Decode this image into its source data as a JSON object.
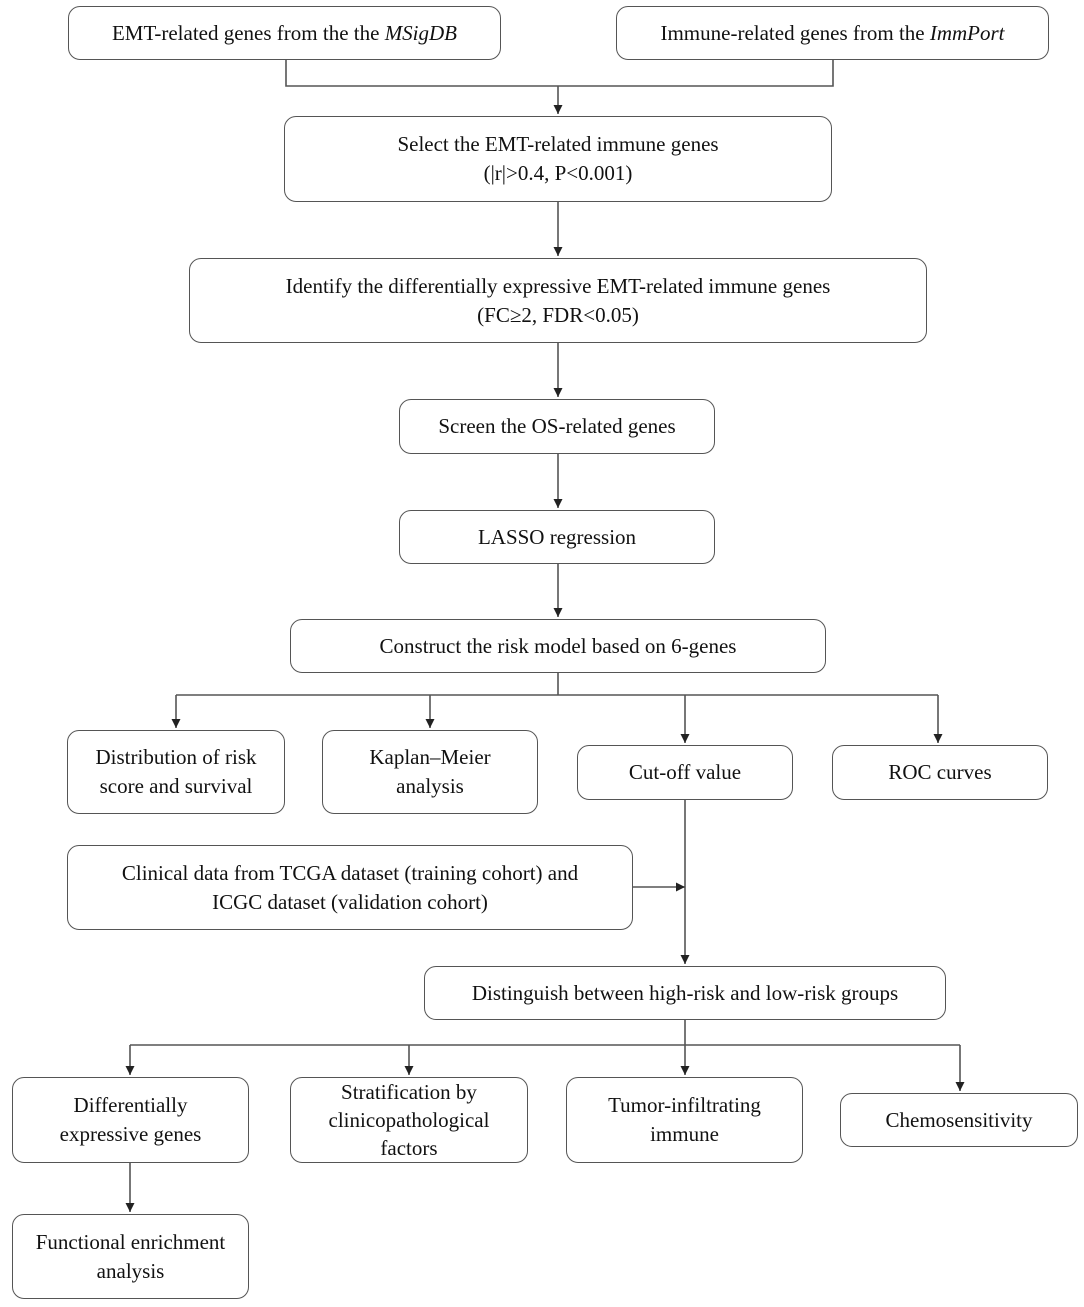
{
  "nodes": {
    "msigdb": {
      "text": "EMT-related genes from the the ",
      "source": "MSigDB"
    },
    "immport": {
      "text": "Immune-related genes from the ",
      "source": "ImmPort"
    },
    "select": {
      "line1": "Select the EMT-related immune genes",
      "line2": "(|r|>0.4, P<0.001)"
    },
    "identify": {
      "line1": "Identify the differentially expressive EMT-related immune genes",
      "line2": "(FC≥2, FDR<0.05)"
    },
    "screen": {
      "line1": "Screen the OS-related genes"
    },
    "lasso": {
      "line1": "LASSO regression"
    },
    "construct": {
      "line1": "Construct the risk model based on 6-genes"
    },
    "distribution": {
      "line1": "Distribution of risk",
      "line2": "score and survival"
    },
    "kaplan": {
      "line1": "Kaplan–Meier",
      "line2": "analysis"
    },
    "cutoff": {
      "line1": "Cut-off value"
    },
    "roc": {
      "line1": "ROC curves"
    },
    "clinical": {
      "line1": "Clinical data from TCGA dataset (training cohort) and",
      "line2": "ICGC dataset (validation cohort)"
    },
    "distinguish": {
      "line1": "Distinguish between high-risk and low-risk groups"
    },
    "deg": {
      "line1": "Differentially",
      "line2": "expressive genes"
    },
    "stratification": {
      "line1": "Stratification by",
      "line2": "clinicopathological",
      "line3": "factors"
    },
    "tumor": {
      "line1": "Tumor-infiltrating",
      "line2": "immune"
    },
    "chemo": {
      "line1": "Chemosensitivity"
    },
    "functional": {
      "line1": "Functional enrichment",
      "line2": "analysis"
    }
  },
  "colors": {
    "stroke": "#555555",
    "arrow": "#222222",
    "text": "#111111",
    "background": "#ffffff"
  }
}
